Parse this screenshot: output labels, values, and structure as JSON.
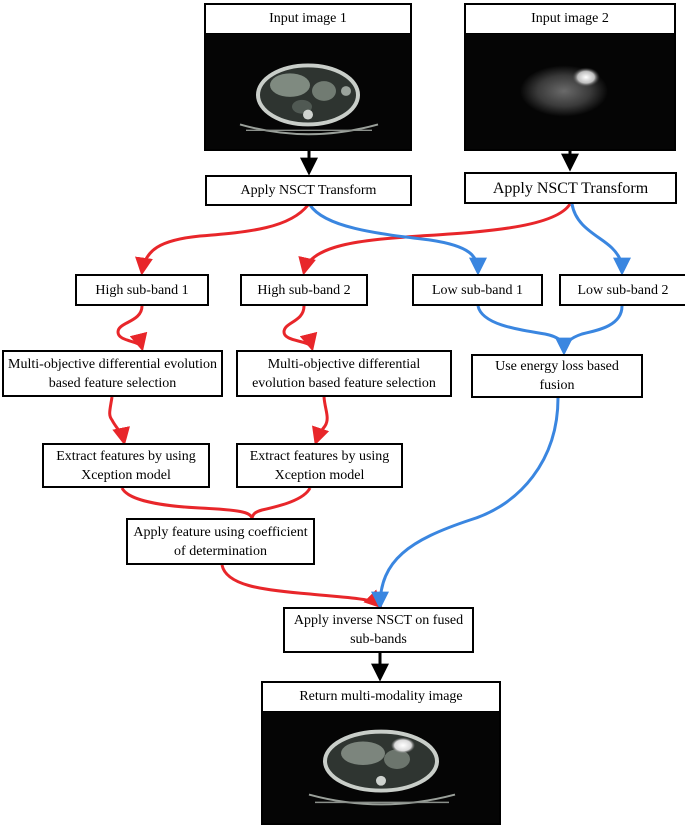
{
  "nodes": {
    "input1": "Input image 1",
    "input2": "Input image 2",
    "nsct1": "Apply NSCT Transform",
    "nsct2": "Apply NSCT Transform",
    "high1": "High sub-band 1",
    "high2": "High sub-band 2",
    "low1": "Low sub-band 1",
    "low2": "Low sub-band 2",
    "mode1": "Multi-objective differential evolution based feature selection",
    "mode2": "Multi-objective differential evolution based feature selection",
    "energy": "Use energy loss based fusion",
    "xcep1": "Extract features by using Xception model",
    "xcep2": "Extract features by using Xception model",
    "coef": "Apply feature using coefficient of determination",
    "inverse": "Apply inverse NSCT on fused sub-bands",
    "output": "Return multi-modality image"
  },
  "colors": {
    "high_band_path": "#e8262a",
    "low_band_path": "#3a86e0",
    "main_flow": "#000000",
    "scan_background": "#050505"
  }
}
